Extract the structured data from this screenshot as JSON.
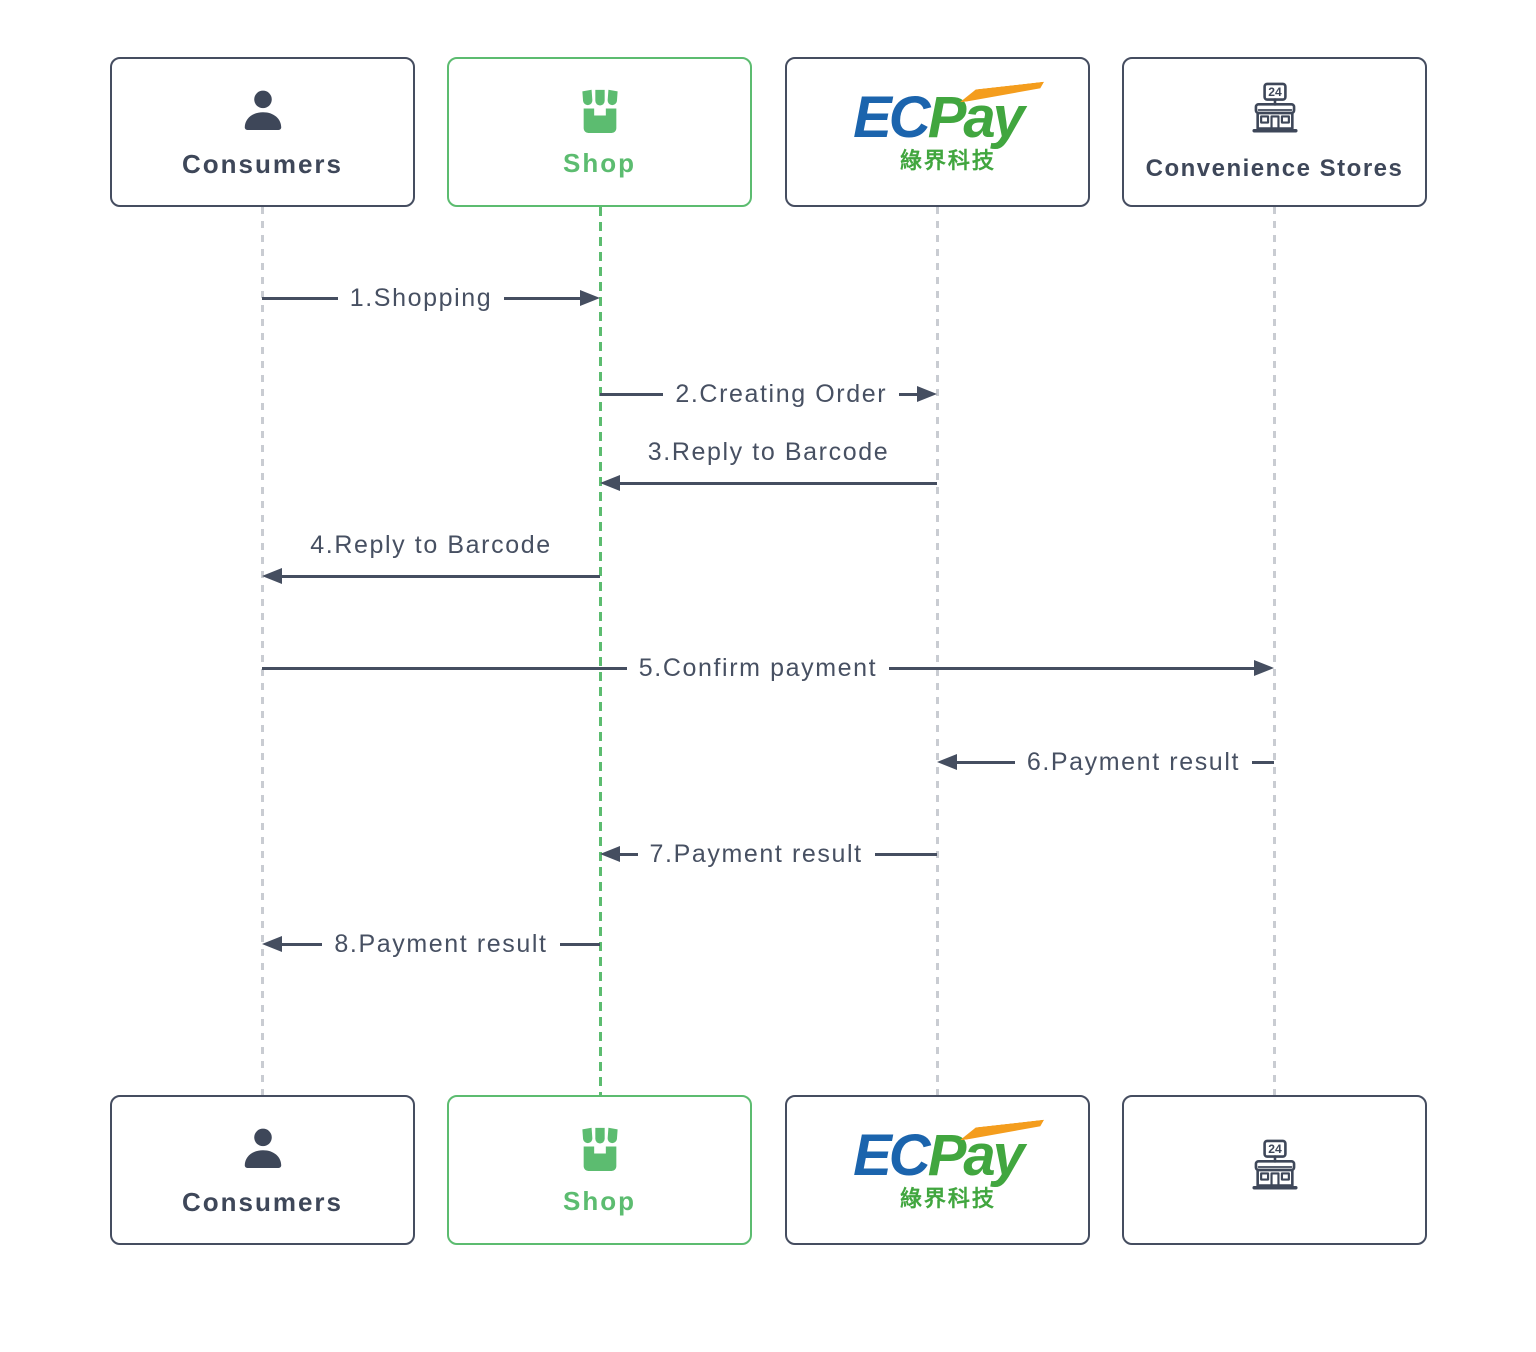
{
  "actors": {
    "consumers": {
      "label": "Consumers"
    },
    "shop": {
      "label": "Shop"
    },
    "ecpay": {
      "ec": "EC",
      "pay": "Pay",
      "subtitle": "綠界科技"
    },
    "convenience": {
      "label": "Convenience Stores",
      "sign": "24"
    }
  },
  "messages": [
    {
      "label": "1.Shopping",
      "from": "Consumers",
      "to": "Shop",
      "direction": "right"
    },
    {
      "label": "2.Creating Order",
      "from": "Shop",
      "to": "ECPay",
      "direction": "right"
    },
    {
      "label": "3.Reply to Barcode",
      "from": "ECPay",
      "to": "Shop",
      "direction": "left"
    },
    {
      "label": "4.Reply to Barcode",
      "from": "Shop",
      "to": "Consumers",
      "direction": "left"
    },
    {
      "label": "5.Confirm payment",
      "from": "Consumers",
      "to": "Convenience Stores",
      "direction": "right"
    },
    {
      "label": "6.Payment result",
      "from": "Convenience Stores",
      "to": "ECPay",
      "direction": "left"
    },
    {
      "label": "7.Payment result",
      "from": "ECPay",
      "to": "Shop",
      "direction": "left"
    },
    {
      "label": "8.Payment result",
      "from": "Shop",
      "to": "Consumers",
      "direction": "left"
    }
  ],
  "colors": {
    "accent_green": "#5cbc70",
    "navy": "#3e4759",
    "line": "#454e60",
    "lifeline_gray": "#c9ccd2",
    "ecpay_blue": "#1b64ad",
    "ecpay_green": "#41a63f",
    "ecpay_orange": "#f49d1d"
  }
}
